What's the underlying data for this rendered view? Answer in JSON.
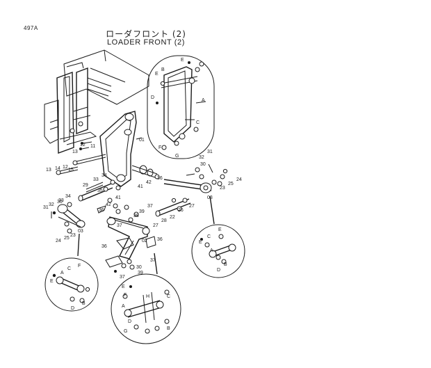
{
  "page_id": "497A",
  "title_jp": "ローダフロント (2)",
  "title_en": "LOADER FRONT (2)",
  "labels": {
    "n01": "01",
    "n02": "02",
    "n03a": "03",
    "n03b": "03",
    "n11": "11",
    "n12a": "12",
    "n12b": "12",
    "n13a": "13",
    "n13b": "13",
    "n14": "14",
    "n15": "15",
    "n22": "22",
    "n23a": "23",
    "n23b": "23",
    "n24a": "24",
    "n24b": "24",
    "n25a": "25",
    "n25b": "25",
    "n26": "26",
    "n27a": "27",
    "n27b": "27",
    "n28": "28",
    "n29": "29",
    "n30a": "30",
    "n30b": "30",
    "n30c": "30",
    "n31a": "31",
    "n31b": "31",
    "n32a": "32",
    "n32b": "32",
    "n33a": "33",
    "n33b": "33",
    "n34a": "34",
    "n34b": "34",
    "n35": "35",
    "n36a": "36",
    "n36b": "36",
    "n36c": "36",
    "n36d": "36",
    "n37a": "37",
    "n37b": "37",
    "n37c": "37",
    "n37d": "37",
    "n38": "38",
    "n39a": "39",
    "n39b": "39",
    "n41a": "41",
    "n41b": "41",
    "n42a": "42",
    "n42b": "42",
    "dA1": "A",
    "dB1": "B",
    "dC1": "C",
    "dD1": "D",
    "dE1": "E",
    "dE1b": "E",
    "dF1": "F",
    "dG1": "G",
    "dA2": "A",
    "dB2": "B",
    "dC2": "C",
    "dD2": "D",
    "dE2": "E",
    "dF2": "F",
    "dG2": "G",
    "dH2": "H",
    "dA3": "A",
    "dB3": "B",
    "dC3": "C",
    "dD3": "D",
    "dE3": "E",
    "dF3": "F",
    "dA4": "A",
    "dB4": "B",
    "dC4": "C",
    "dD4": "D",
    "dE4": "E",
    "dE4b": "E"
  }
}
